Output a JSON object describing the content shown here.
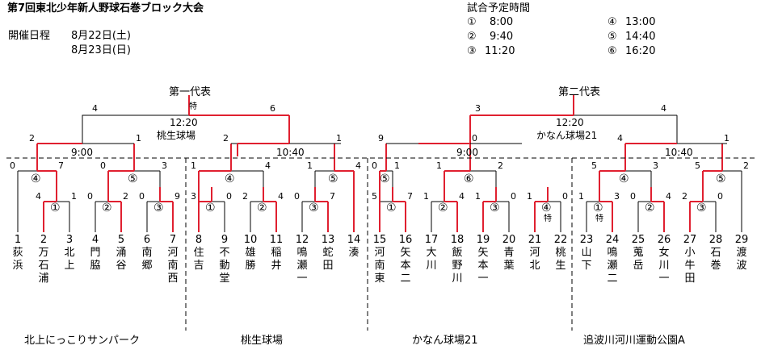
{
  "header": {
    "title": "第7回東北少年新人野球石巻ブロック大会",
    "schedule_label": "開催日程",
    "date1": "8月22日(土)",
    "date2": "8月23日(日)"
  },
  "times": {
    "label": "試合予定時間",
    "items": [
      {
        "mark": "①",
        "time": "8:00"
      },
      {
        "mark": "②",
        "time": "9:40"
      },
      {
        "mark": "③",
        "time": "11:20"
      },
      {
        "mark": "④",
        "time": "13:00"
      },
      {
        "mark": "⑤",
        "time": "14:40"
      },
      {
        "mark": "⑥",
        "time": "16:20"
      }
    ]
  },
  "reps": {
    "first": "第一代表",
    "second": "第二代表",
    "special": "特"
  },
  "venue_times": {
    "left_final_time": "12:20",
    "left_final_venue": "桃生球場",
    "right_final_time": "12:20",
    "right_final_venue": "かなん球場21",
    "t900a": "9:00",
    "t1040a": "10:40",
    "t900b": "9:00",
    "t1040b": "10:40"
  },
  "teams": [
    {
      "num": "1",
      "name": "荻浜"
    },
    {
      "num": "2",
      "name": "万石浦"
    },
    {
      "num": "3",
      "name": "北上"
    },
    {
      "num": "4",
      "name": "門脇"
    },
    {
      "num": "5",
      "name": "涌谷"
    },
    {
      "num": "6",
      "name": "南郷"
    },
    {
      "num": "7",
      "name": "河南西"
    },
    {
      "num": "8",
      "name": "住吉"
    },
    {
      "num": "9",
      "name": "不動堂"
    },
    {
      "num": "10",
      "name": "雄勝"
    },
    {
      "num": "11",
      "name": "稲井"
    },
    {
      "num": "12",
      "name": "鳴瀬一"
    },
    {
      "num": "13",
      "name": "蛇田"
    },
    {
      "num": "14",
      "name": "湊"
    },
    {
      "num": "15",
      "name": "河南東"
    },
    {
      "num": "16",
      "name": "矢本二"
    },
    {
      "num": "17",
      "name": "大川"
    },
    {
      "num": "18",
      "name": "飯野川"
    },
    {
      "num": "19",
      "name": "矢本一"
    },
    {
      "num": "20",
      "name": "青葉"
    },
    {
      "num": "21",
      "name": "河北"
    },
    {
      "num": "22",
      "name": "桃生"
    },
    {
      "num": "23",
      "name": "山下"
    },
    {
      "num": "24",
      "name": "鳴瀬二"
    },
    {
      "num": "25",
      "name": "蒐岳"
    },
    {
      "num": "26",
      "name": "女川一"
    },
    {
      "num": "27",
      "name": "小牛田"
    },
    {
      "num": "28",
      "name": "石巻"
    },
    {
      "num": "29",
      "name": "渡波"
    }
  ],
  "venues": [
    "北上にっこりサンパーク",
    "桃生球場",
    "かなん球場21",
    "追波川河川運動公園A"
  ],
  "scores": {
    "r1": [
      {
        "l": "4",
        "r": "1"
      },
      {
        "l": "0",
        "r": "2"
      },
      {
        "l": "0",
        "r": "9"
      },
      {
        "l": "3",
        "r": "0"
      },
      {
        "l": "2",
        "r": "4"
      },
      {
        "l": "0",
        "r": "7"
      },
      {
        "l": "5",
        "r": "7"
      },
      {
        "l": "1",
        "r": "4"
      },
      {
        "l": "1",
        "r": "0"
      },
      {
        "l": "1",
        "r": "0"
      },
      {
        "l": "1",
        "r": "3"
      },
      {
        "l": "0",
        "r": "4"
      },
      {
        "l": "2",
        "r": "0"
      }
    ],
    "r2": [
      {
        "l": "0",
        "r": "7"
      },
      {
        "l": "0",
        "r": "3"
      },
      {
        "l": "1",
        "r": "4"
      },
      {
        "l": "1",
        "r": "4"
      },
      {
        "l": "0",
        "r": "1"
      },
      {
        "l": "1",
        "r": "2"
      },
      {
        "l": "5",
        "r": "3"
      },
      {
        "l": "5",
        "r": "2"
      }
    ],
    "r3": [
      {
        "l": "2",
        "r": "1"
      },
      {
        "l": "2",
        "r": "1"
      },
      {
        "l": "9",
        "r": "0"
      },
      {
        "l": "4",
        "r": "1"
      }
    ],
    "r4": [
      {
        "l": "4",
        "r": "6"
      },
      {
        "l": "3",
        "r": "4"
      }
    ]
  },
  "match_marks": {
    "r1": [
      "①",
      "②",
      "③",
      "①",
      "②",
      "③",
      "①",
      "②",
      "③",
      "④",
      "①",
      "②",
      "③"
    ],
    "r1_special": [
      "",
      "",
      "",
      "",
      "",
      "",
      "",
      "",
      "",
      "特",
      "特",
      "",
      ""
    ],
    "r2": [
      "④",
      "⑤",
      "④",
      "⑤",
      "⑤",
      "⑥",
      "④",
      "⑤"
    ]
  },
  "colors": {
    "win": "#e02030",
    "line": "#000000",
    "divider": "#000000"
  }
}
